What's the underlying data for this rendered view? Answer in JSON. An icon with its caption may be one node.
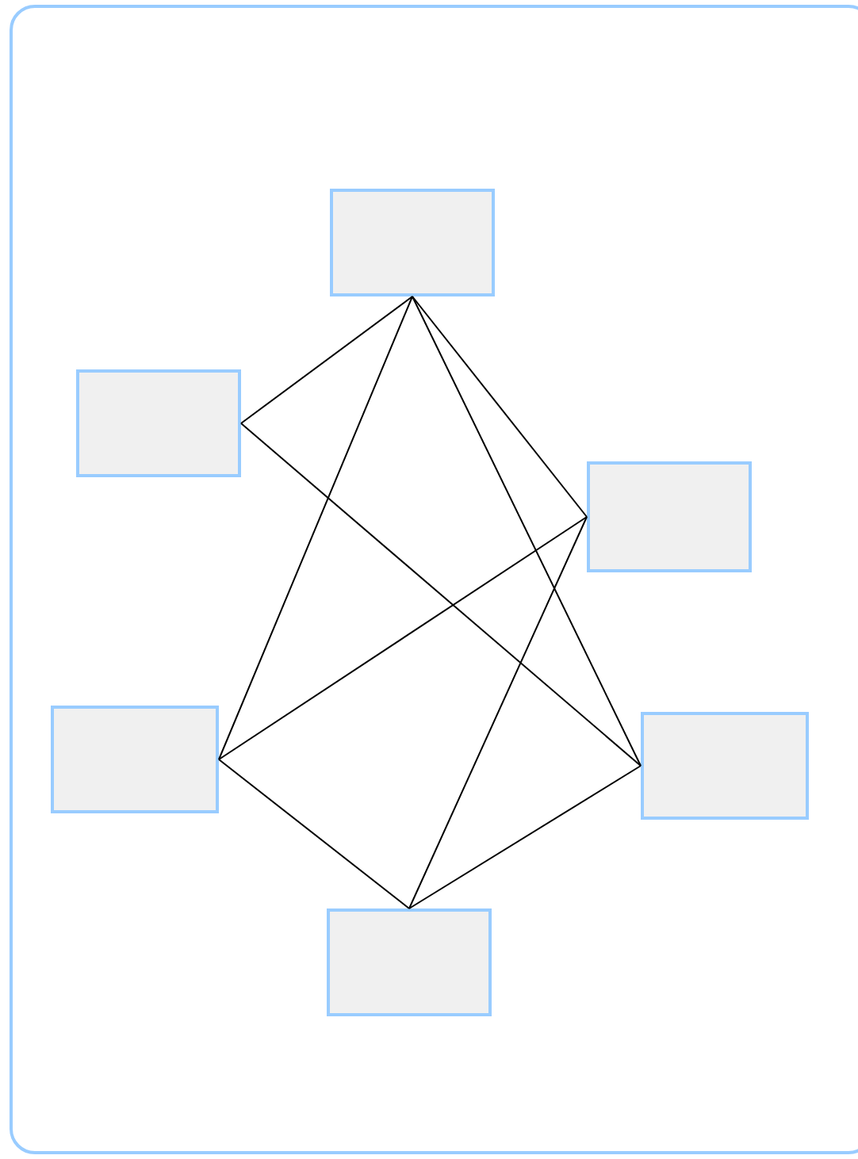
{
  "diagram": {
    "nodes": [
      {
        "text": [],
        "shape": "box"
      },
      {
        "text": [],
        "shape": "box"
      },
      {
        "text": [],
        "shape": "box"
      },
      {
        "text": [],
        "shape": "box"
      },
      {
        "text": [],
        "shape": "box"
      },
      {
        "text": [],
        "shape": "box"
      }
    ],
    "edges": [
      {
        "from": 0,
        "to": 1,
        "arrow": "none"
      },
      {
        "from": 0,
        "to": 3,
        "arrow": "none"
      },
      {
        "from": 0,
        "to": 2,
        "arrow": "none"
      },
      {
        "from": 0,
        "to": 4,
        "arrow": "none"
      },
      {
        "from": 1,
        "to": 4,
        "arrow": "none"
      },
      {
        "from": 2,
        "to": 3,
        "arrow": "none"
      },
      {
        "from": 2,
        "to": 5,
        "arrow": "none"
      },
      {
        "from": 3,
        "to": 5,
        "arrow": "none"
      },
      {
        "from": 5,
        "to": 4,
        "arrow": "none"
      }
    ]
  }
}
